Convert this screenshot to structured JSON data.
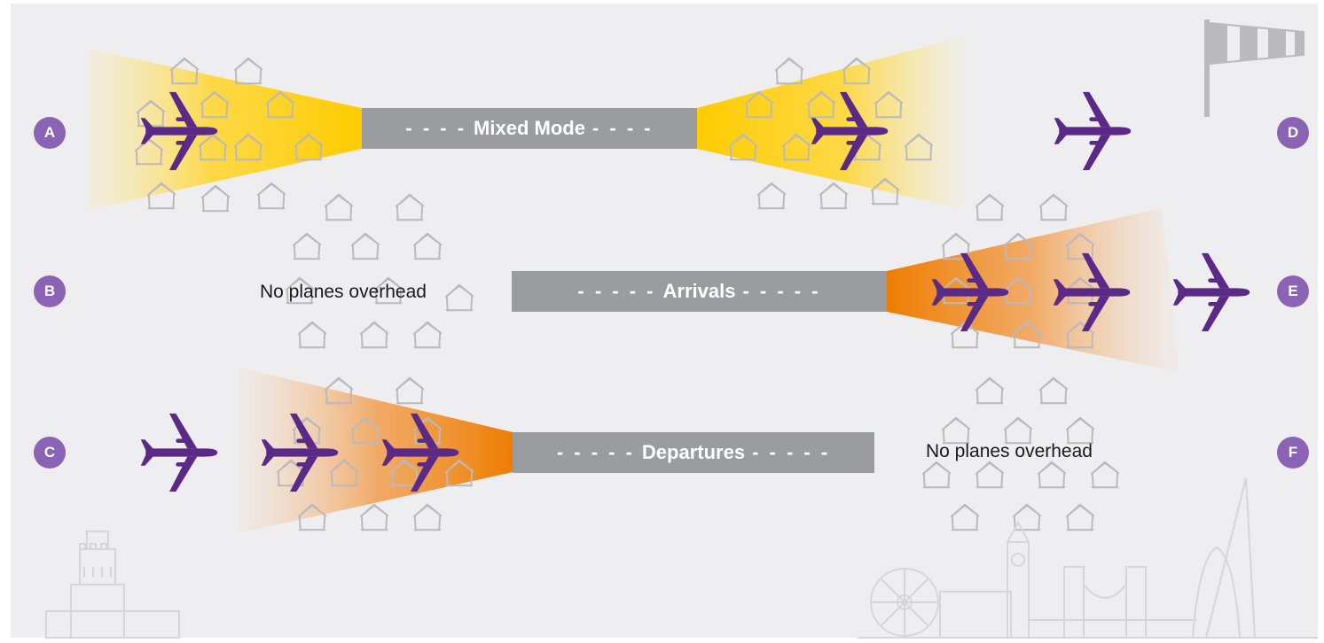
{
  "colors": {
    "plane": "#5b2a86",
    "badge": "#8a63b5",
    "runway": "#9a9ca0",
    "mixed_cone": "#ffcc00",
    "orange_cone": "#ee7d00",
    "house_outline": "#b9b9be"
  },
  "icons": [
    "plane-icon",
    "house-icon",
    "windsock-icon",
    "castle-icon",
    "london-skyline-icon"
  ],
  "badges": [
    "A",
    "B",
    "C",
    "D",
    "E",
    "F"
  ],
  "runways": {
    "mixed": {
      "label": "Mixed Mode"
    },
    "arrivals": {
      "label": "Arrivals"
    },
    "departures": {
      "label": "Departures"
    }
  },
  "dash_text": "- - - -",
  "dash_text_long": "- - - - -",
  "notes": {
    "b": "No planes overhead",
    "f": "No planes overhead"
  }
}
